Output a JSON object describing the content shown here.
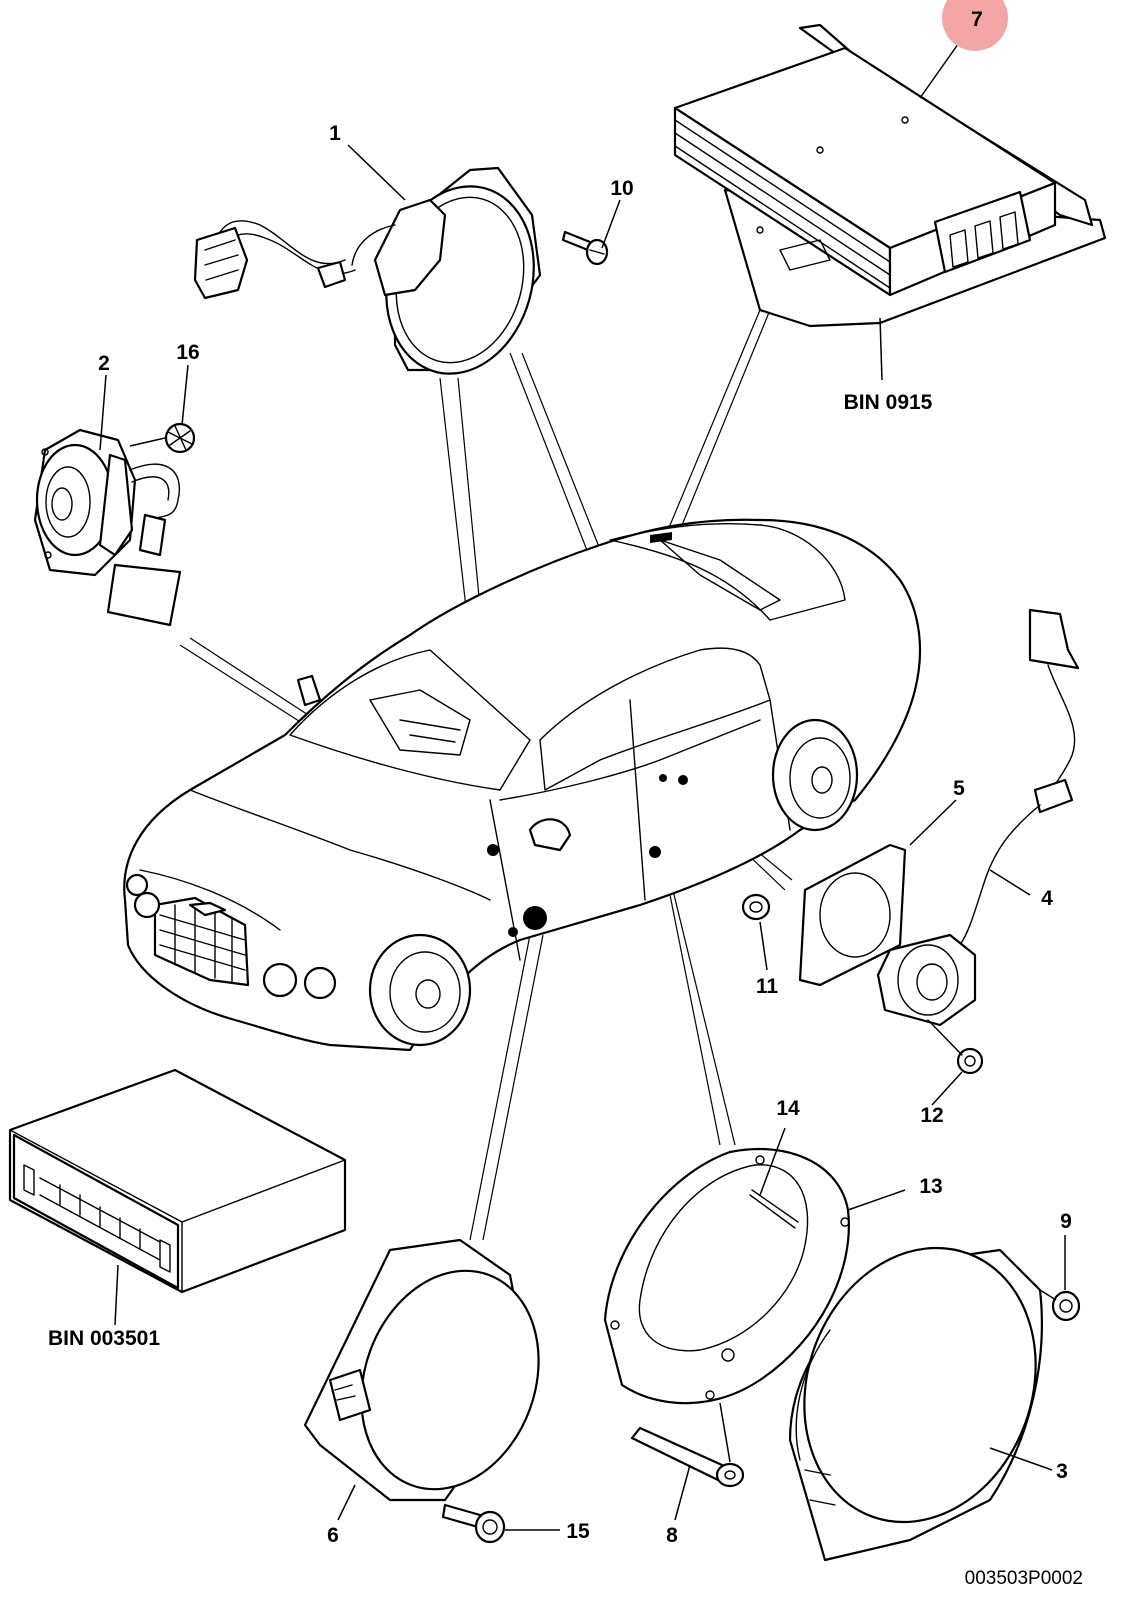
{
  "callouts": {
    "c1": "1",
    "c2": "2",
    "c3": "3",
    "c4": "4",
    "c5": "5",
    "c6": "6",
    "c7": "7",
    "c8": "8",
    "c9": "9",
    "c10": "10",
    "c11": "11",
    "c12": "12",
    "c13": "13",
    "c14": "14",
    "c15": "15",
    "c16": "16"
  },
  "bins": {
    "amplifier": "BIN 0915",
    "head_unit": "BIN 003501"
  },
  "document_id": "003503P0002",
  "highlight": {
    "color": "#f4a6a6",
    "callout": "7"
  }
}
